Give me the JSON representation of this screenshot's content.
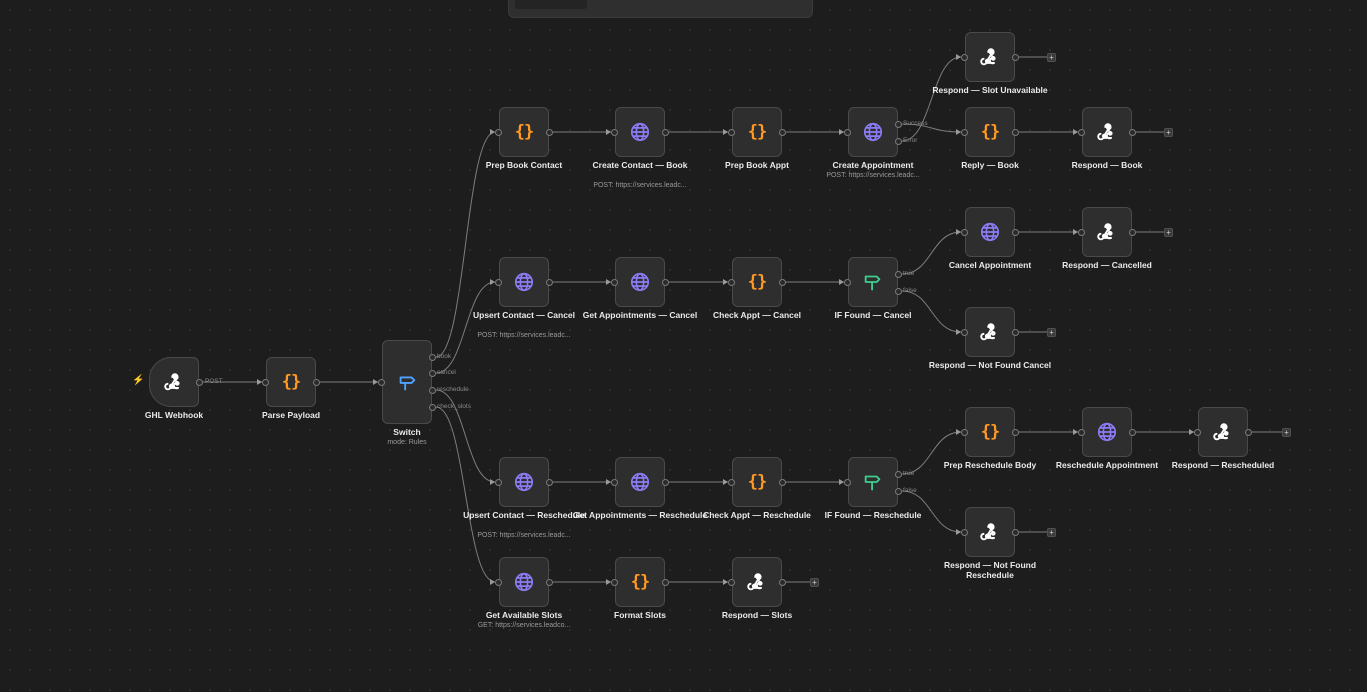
{
  "nodes": {
    "ghl_webhook": {
      "label": "GHL Webhook",
      "icon": "webhook-icon"
    },
    "parse_payload": {
      "label": "Parse Payload",
      "icon": "code-braces-icon"
    },
    "switch": {
      "label": "Switch",
      "sub": "mode: Rules",
      "icon": "switch-signpost-icon",
      "outputs": [
        "book",
        "cancel",
        "reschedule",
        "check_slots"
      ]
    },
    "prep_book_contact": {
      "label": "Prep Book Contact",
      "icon": "code-braces-icon"
    },
    "create_contact_book": {
      "label": "Create Contact — Book",
      "sub": "POST: https://services.leadc...",
      "icon": "globe-icon"
    },
    "prep_book_appt": {
      "label": "Prep Book Appt",
      "icon": "code-braces-icon"
    },
    "create_appointment": {
      "label": "Create Appointment",
      "sub": "POST: https://services.leadc...",
      "icon": "globe-icon",
      "outputs": [
        "Success",
        "Error"
      ]
    },
    "respond_slot_unavailable": {
      "label": "Respond — Slot Unavailable",
      "icon": "webhook-icon"
    },
    "reply_book": {
      "label": "Reply — Book",
      "icon": "code-braces-icon"
    },
    "respond_book": {
      "label": "Respond — Book",
      "icon": "webhook-icon"
    },
    "upsert_contact_cancel": {
      "label": "Upsert Contact — Cancel",
      "sub": "POST: https://services.leadc...",
      "icon": "globe-icon"
    },
    "get_appointments_cancel": {
      "label": "Get Appointments — Cancel",
      "icon": "globe-icon"
    },
    "check_appt_cancel": {
      "label": "Check Appt — Cancel",
      "icon": "code-braces-icon"
    },
    "if_found_cancel": {
      "label": "IF Found — Cancel",
      "icon": "if-signpost-icon",
      "outputs": [
        "true",
        "false"
      ]
    },
    "cancel_appointment": {
      "label": "Cancel Appointment",
      "icon": "globe-icon"
    },
    "respond_cancelled": {
      "label": "Respond — Cancelled",
      "icon": "webhook-icon"
    },
    "respond_not_found_cancel": {
      "label": "Respond — Not Found Cancel",
      "icon": "webhook-icon"
    },
    "upsert_contact_reschedule": {
      "label": "Upsert Contact — Reschedule",
      "sub": "POST: https://services.leadc...",
      "icon": "globe-icon"
    },
    "get_appointments_reschedule": {
      "label": "Get Appointments — Reschedule",
      "icon": "globe-icon"
    },
    "check_appt_reschedule": {
      "label": "Check Appt — Reschedule",
      "icon": "code-braces-icon"
    },
    "if_found_reschedule": {
      "label": "IF Found — Reschedule",
      "icon": "if-signpost-icon",
      "outputs": [
        "true",
        "false"
      ]
    },
    "prep_reschedule_body": {
      "label": "Prep Reschedule Body",
      "icon": "code-braces-icon"
    },
    "reschedule_appointment": {
      "label": "Reschedule Appointment",
      "icon": "globe-icon"
    },
    "respond_rescheduled": {
      "label": "Respond — Rescheduled",
      "icon": "webhook-icon"
    },
    "respond_not_found_reschedule": {
      "label": "Respond — Not Found Reschedule",
      "icon": "webhook-icon"
    },
    "get_available_slots": {
      "label": "Get Available Slots",
      "sub": "GET: https://services.leadco...",
      "icon": "globe-icon"
    },
    "format_slots": {
      "label": "Format Slots",
      "icon": "code-braces-icon"
    },
    "respond_slots": {
      "label": "Respond — Slots",
      "icon": "webhook-icon"
    }
  },
  "edge_labels": {
    "webhook_method": "POST"
  },
  "add_node_symbol": "+",
  "colors": {
    "canvas": "#1d1d1d",
    "node_bg": "#2e2e2e",
    "node_border": "#4a4a4a",
    "code": "#ff9922",
    "http": "#8b7cf6",
    "switch": "#4da3ff",
    "if": "#3ecf8e",
    "webhook": "#ffffff",
    "trigger_bolt": "#e85a4a"
  }
}
